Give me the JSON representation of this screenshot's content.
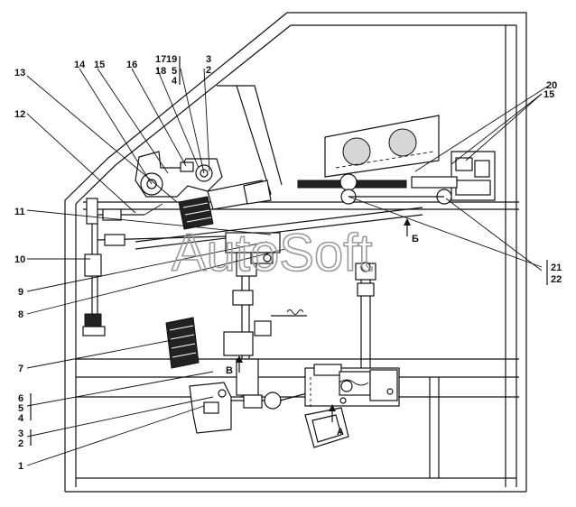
{
  "watermark": "AutoSoft",
  "callouts_left": [
    "14",
    "15",
    "16",
    "17",
    "18",
    "19",
    "5",
    "4",
    "3",
    "2",
    "13",
    "12",
    "11",
    "10",
    "9",
    "8",
    "7",
    "6",
    "5",
    "4",
    "3",
    "2",
    "1"
  ],
  "callouts_right": [
    "20",
    "15",
    "21",
    "22"
  ],
  "view_markers": [
    "Б",
    "В",
    "А"
  ]
}
